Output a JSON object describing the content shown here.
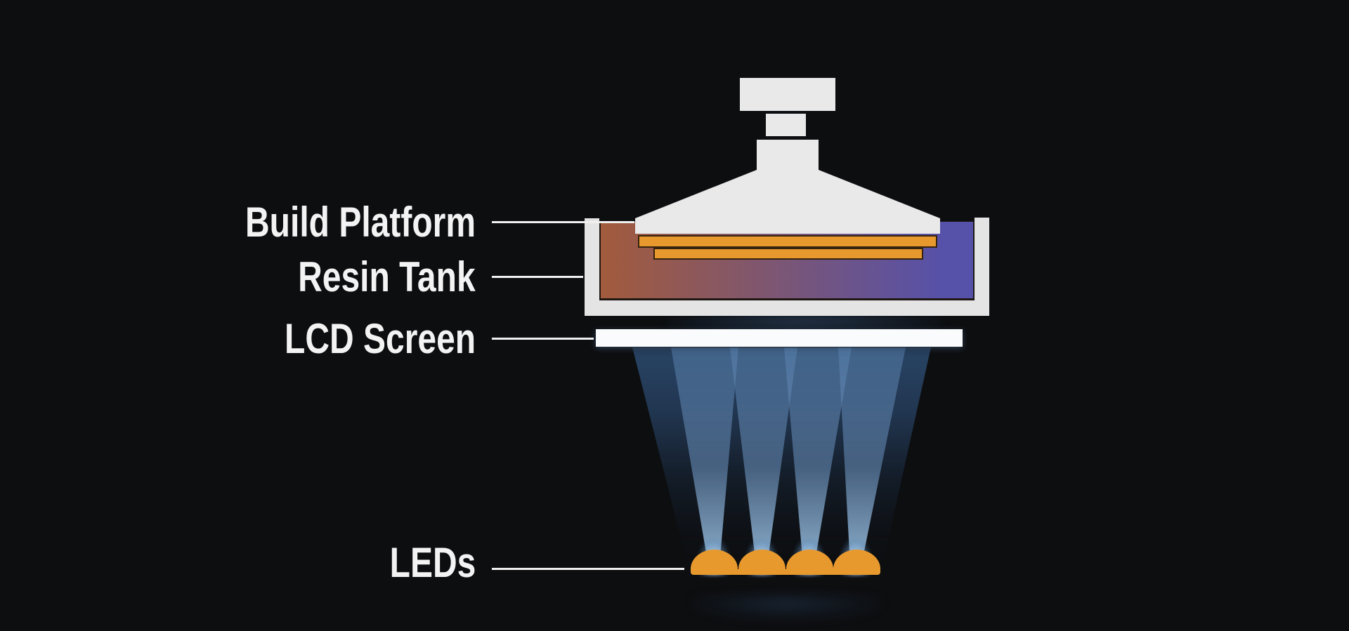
{
  "colors": {
    "background": "#0d0e10",
    "machine_gray": "#e9e9ea",
    "tank_gray": "#e4e4e5",
    "orange": "#e8992e",
    "resin_left": "#a25b3c",
    "resin_mid": "#7e5671",
    "resin_right": "#5651a9",
    "beam_blue": "#34598a",
    "beam_bright": "#9cc3e4",
    "lcd_white": "#fafbfc",
    "label_text": "#f3f3f3",
    "leader_line": "#f0f0f0"
  },
  "labels": {
    "build_platform": "Build Platform",
    "resin_tank": "Resin Tank",
    "lcd_screen": "LCD Screen",
    "leds": "LEDs"
  }
}
